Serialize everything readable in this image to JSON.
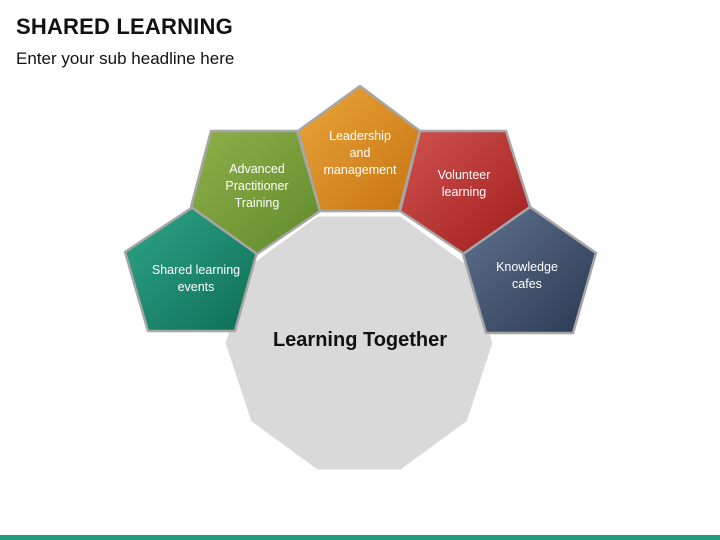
{
  "slide": {
    "title": "SHARED LEARNING",
    "subtitle": "Enter your sub headline here"
  },
  "diagram": {
    "center": {
      "label": "Learning Together",
      "fill": "#d9d9d9",
      "stroke": "#ffffff"
    },
    "nodes": [
      {
        "name": "shared-learning-events",
        "lines": [
          "Shared learning",
          "events"
        ],
        "color_light": "#2fa587",
        "color_dark": "#0e6e55"
      },
      {
        "name": "advanced-practitioner-training",
        "lines": [
          "Advanced",
          "Practitioner",
          "Training"
        ],
        "color_light": "#8fb04a",
        "color_dark": "#5f8a2a"
      },
      {
        "name": "leadership-and-management",
        "lines": [
          "Leadership",
          "and",
          "management"
        ],
        "color_light": "#eaa53a",
        "color_dark": "#c77411"
      },
      {
        "name": "volunteer-learning",
        "lines": [
          "Volunteer",
          "learning"
        ],
        "color_light": "#d0524f",
        "color_dark": "#9f1d1d"
      },
      {
        "name": "knowledge-cafes",
        "lines": [
          "Knowledge",
          "cafes"
        ],
        "color_light": "#5f7290",
        "color_dark": "#2b3a52"
      }
    ]
  },
  "colors": {
    "accent_bar": "#1e9e7a",
    "pentagon_border": "#a6a6a6"
  }
}
